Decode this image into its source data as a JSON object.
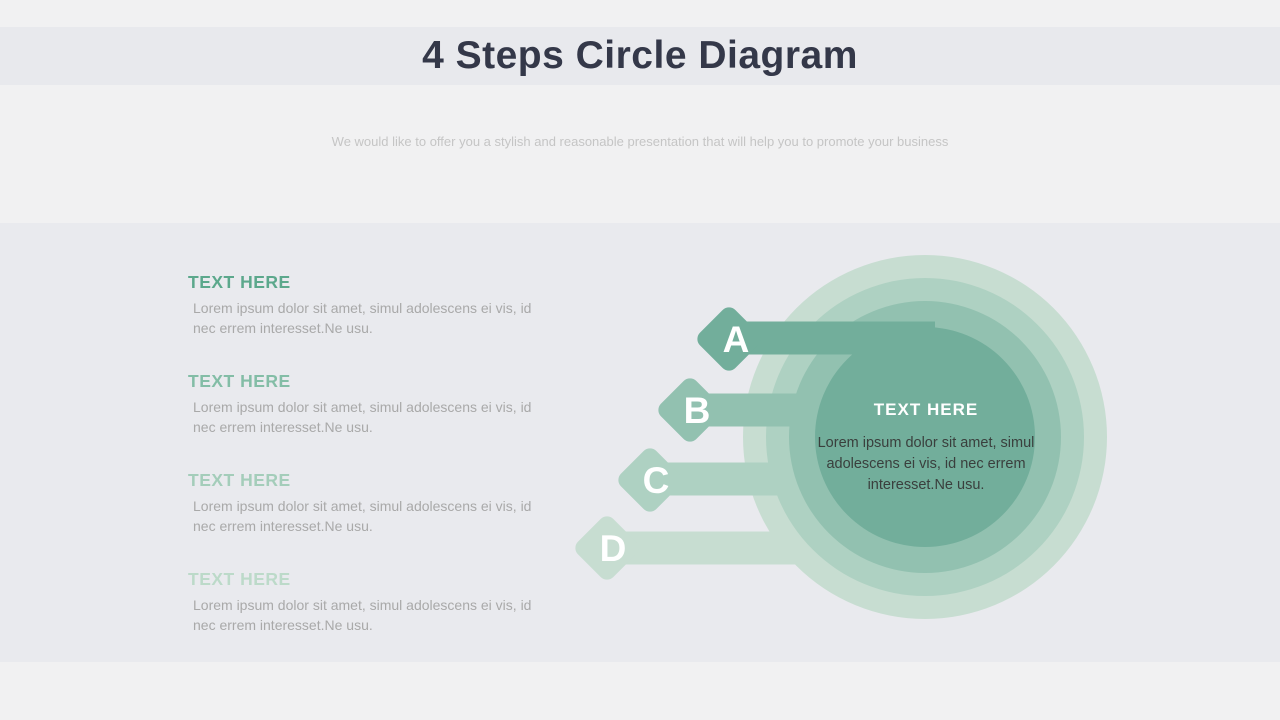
{
  "header": {
    "title": "4 Steps Circle Diagram",
    "subtitle": "We would like to offer you a stylish and reasonable presentation that will help you to promote your business"
  },
  "left_items": [
    {
      "heading": "TEXT HERE",
      "heading_color": "#5ca88c",
      "body": "Lorem ipsum dolor sit amet, simul adolescens ei vis, id nec errem interesset.Ne usu."
    },
    {
      "heading": "TEXT HERE",
      "heading_color": "#83bda6",
      "body": "Lorem ipsum dolor sit amet, simul adolescens ei vis, id nec errem interesset.Ne usu."
    },
    {
      "heading": "TEXT HERE",
      "heading_color": "#a4cdba",
      "body": "Lorem ipsum dolor sit amet, simul adolescens ei vis, id nec errem interesset.Ne usu."
    },
    {
      "heading": "TEXT HERE",
      "heading_color": "#bcdac9",
      "body": "Lorem ipsum dolor sit amet, simul adolescens ei vis, id nec errem interesset.Ne usu."
    }
  ],
  "diagram": {
    "letter_color": "#ffffff",
    "steps": [
      {
        "letter": "A",
        "color": "#72ae9b"
      },
      {
        "letter": "B",
        "color": "#92c1b0"
      },
      {
        "letter": "C",
        "color": "#aed1c2"
      },
      {
        "letter": "D",
        "color": "#c7ddd1"
      }
    ],
    "center": {
      "heading": "TEXT HERE",
      "body": "Lorem ipsum dolor sit amet, simul adolescens ei vis, id nec errem interesset.Ne usu."
    }
  },
  "colors": {
    "page_background": "#f1f1f2",
    "title_band": "#e8e9ed",
    "panel_background": "#e9eaee",
    "title_text": "#343849",
    "subtitle_text": "#c5c5c5",
    "body_text": "#a9a9a9"
  }
}
